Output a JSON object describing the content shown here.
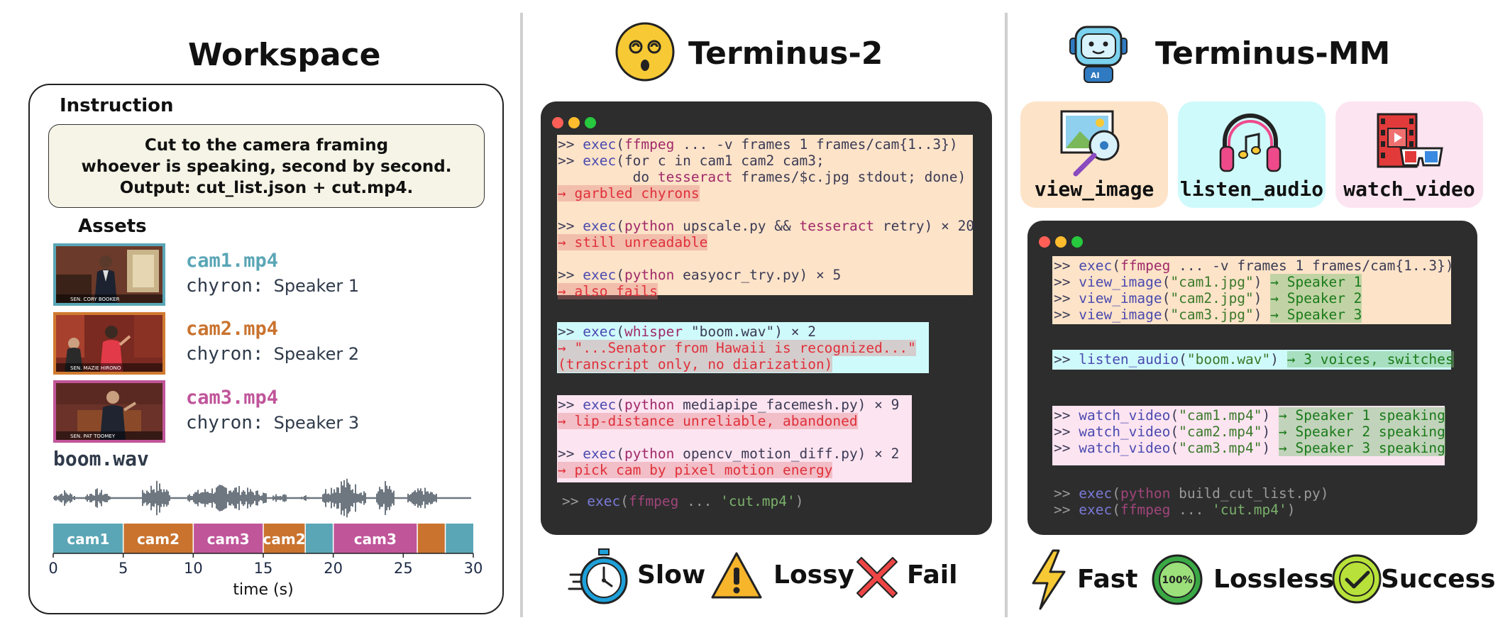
{
  "workspace": {
    "title": "Workspace",
    "instruction_label": "Instruction",
    "instruction_lines": [
      "Cut to the camera framing",
      "whoever is speaking, second by second.",
      "Output: cut_list.json + cut.mp4."
    ],
    "assets_label": "Assets",
    "cams": [
      {
        "file": "cam1.mp4",
        "chyron_key": "chyron:",
        "chyron_val": "Speaker 1",
        "color": "#5aa6b6",
        "caption": "SEN. CORY BOOKER"
      },
      {
        "file": "cam2.mp4",
        "chyron_key": "chyron:",
        "chyron_val": "Speaker 2",
        "color": "#d07a30",
        "caption": "SEN. MAZIE HIRONO"
      },
      {
        "file": "cam3.mp4",
        "chyron_key": "chyron:",
        "chyron_val": "Speaker 3",
        "color": "#c0559a",
        "caption": "SEN. PAT TOOMEY"
      }
    ],
    "audio_file": "boom.wav",
    "timeline": {
      "segments": [
        {
          "label": "cam1",
          "start": 0,
          "end": 5,
          "color": "#5aa6b6"
        },
        {
          "label": "cam2",
          "start": 5,
          "end": 10,
          "color": "#c9732f"
        },
        {
          "label": "cam3",
          "start": 10,
          "end": 15,
          "color": "#c0559a"
        },
        {
          "label": "cam2",
          "start": 15,
          "end": 18,
          "color": "#c9732f"
        },
        {
          "label": "",
          "start": 18,
          "end": 20,
          "color": "#5aa6b6"
        },
        {
          "label": "cam3",
          "start": 20,
          "end": 26,
          "color": "#c0559a"
        },
        {
          "label": "",
          "start": 26,
          "end": 28,
          "color": "#c9732f"
        },
        {
          "label": "",
          "start": 28,
          "end": 30,
          "color": "#5aa6b6"
        }
      ],
      "ticks": [
        "0",
        "5",
        "10",
        "15",
        "20",
        "25",
        "30"
      ],
      "xlabel": "time (s)"
    }
  },
  "t2": {
    "title": "Terminus-2",
    "verdicts": [
      "Slow",
      "Lossy",
      "Fail"
    ]
  },
  "tmm": {
    "title": "Terminus-MM",
    "tools": [
      "view_image",
      "listen_audio",
      "watch_video"
    ],
    "verdicts": [
      "Fast",
      "Lossless",
      "Success"
    ],
    "badge_text": "100%"
  },
  "colors": {
    "peach": "#fde3c8",
    "cyan": "#cffafb",
    "pink": "#fde4f1",
    "terminal": "#2d2d2d"
  }
}
